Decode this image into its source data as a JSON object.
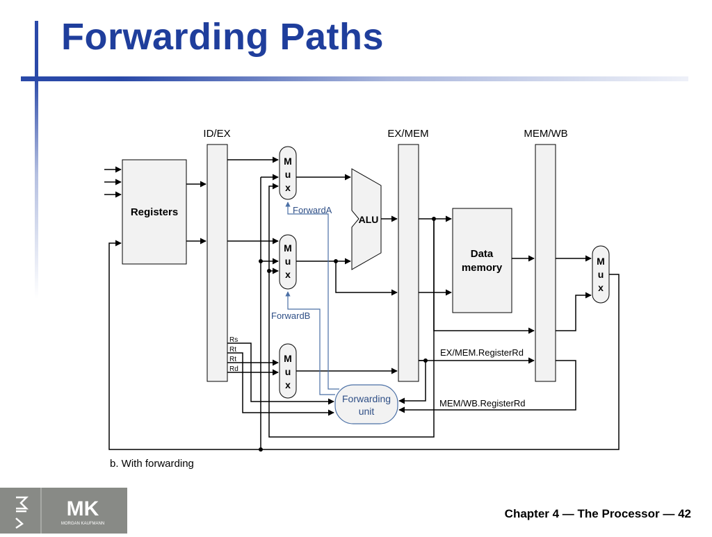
{
  "slide": {
    "title": "Forwarding Paths",
    "footer": "Chapter 4 — The Processor — 42",
    "logo_text": "MK",
    "logo_subtext": "MORGAN KAUFMANN",
    "accent_color": "#2a49a8",
    "title_color": "#1f3e9c"
  },
  "diagram": {
    "labels": {
      "id_ex": "ID/EX",
      "ex_mem": "EX/MEM",
      "mem_wb": "MEM/WB",
      "registers": "Registers",
      "alu": "ALU",
      "data_memory_line1": "Data",
      "data_memory_line2": "memory",
      "mux_m": "M",
      "mux_u": "u",
      "mux_x": "x",
      "forward_a": "ForwardA",
      "forward_b": "ForwardB",
      "rs": "Rs",
      "rt1": "Rt",
      "rt2": "Rt",
      "rd": "Rd",
      "forwarding_unit_line1": "Forwarding",
      "forwarding_unit_line2": "unit",
      "ex_mem_registerrd": "EX/MEM.RegisterRd",
      "mem_wb_registerrd": "MEM/WB.RegisterRd",
      "caption": "b. With forwarding"
    },
    "control_color": "#4a6fa5"
  }
}
